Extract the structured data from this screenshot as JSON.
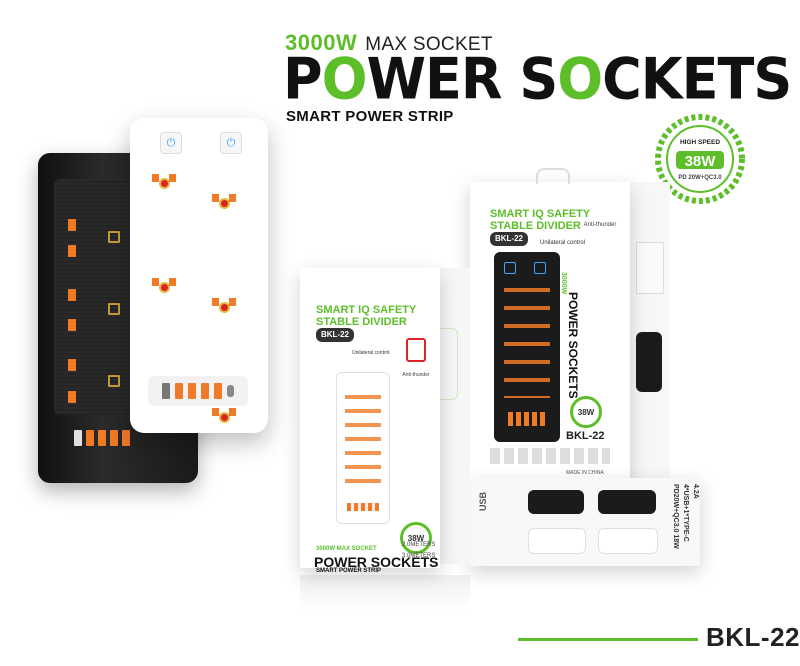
{
  "header": {
    "wattage": "3000W",
    "max_socket": "MAX SOCKET",
    "title_part1": "P",
    "title_o1": "O",
    "title_part2": "WER S",
    "title_o2": "O",
    "title_part3": "CKETS",
    "subtitle": "SMART POWER STRIP"
  },
  "badge": {
    "top_text": "HIGH SPEED",
    "watt": "38W",
    "bottom_text": "PD 20W+QC3.0"
  },
  "box_big": {
    "title_line1": "SMART IQ SAFETY",
    "title_line2": "STABLE DIVIDER",
    "model": "BKL-22",
    "anti": "Anti-thunder",
    "unilateral": "Unilateral control",
    "model_bottom": "BKL-22",
    "side_title": "POWER SOCKETS",
    "side_watt": "3000W",
    "badge_watt": "38W",
    "made_in": "MADE IN CHINA"
  },
  "box_small": {
    "title_line1": "SMART IQ SAFETY",
    "title_line2": "STABLE DIVIDER",
    "model": "BKL-22",
    "unilateral": "Unilateral control",
    "anti": "Anti-thunder",
    "badge_watt": "38W",
    "cable1": "2.0METERS",
    "cable2": "3.0METERS",
    "footer_top": "3000W MAX SOCKET",
    "footer_title": "POWER SOCKETS",
    "footer_sub": "SMART POWER STRIP"
  },
  "box_flat": {
    "line1": "PD20W+QC3.0 18W",
    "line2": "4*USB+1*TYPE-C",
    "line3": "4.2A",
    "usb_label": "USB"
  },
  "footer": {
    "model": "BKL-22"
  },
  "colors": {
    "accent": "#5cbf2a",
    "socket_orange": "#f07a25",
    "dark": "#111111"
  }
}
